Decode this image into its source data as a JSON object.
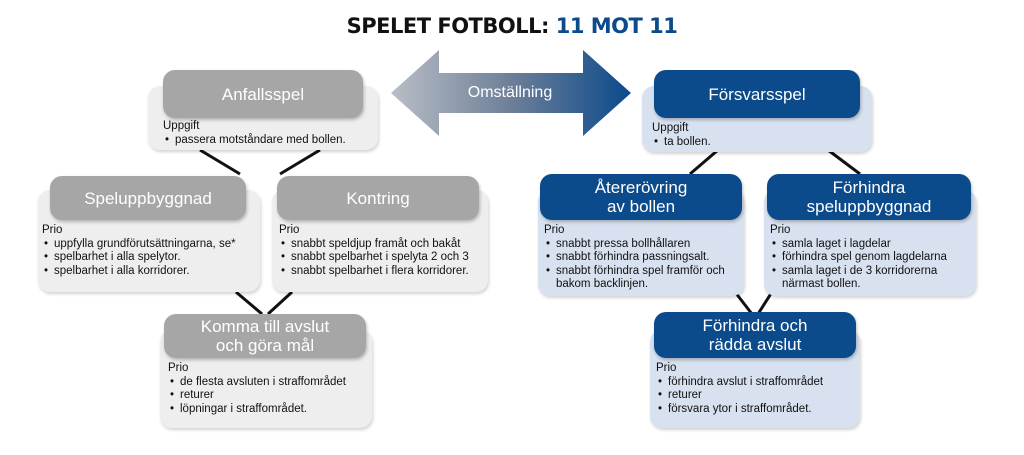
{
  "title": {
    "part1": "SPELET FOTBOLL:",
    "part2": "11 MOT 11"
  },
  "arrow_label": "Omställning",
  "colors": {
    "gray_head": "#a6a6a6",
    "blue_head": "#0b4a8b",
    "gray_card": "#eeeeee",
    "blue_card": "#d7e1ef"
  },
  "nodes": {
    "anfallsspel": {
      "title": "Anfallsspel",
      "label": "Uppgift",
      "items": [
        "passera motståndare med bollen."
      ]
    },
    "speluppbyggnad": {
      "title": "Speluppbyggnad",
      "label": "Prio",
      "items": [
        "uppfylla grundförutsättningarna, se*",
        "spelbarhet i alla spelytor.",
        "spelbarhet i alla korridorer."
      ]
    },
    "kontring": {
      "title": "Kontring",
      "label": "Prio",
      "items": [
        "snabbt speldjup framåt och bakåt",
        "snabbt spelbarhet i spelyta 2 och 3",
        "snabbt spelbarhet i flera korridorer."
      ]
    },
    "komma_till_avslut": {
      "title_line1": "Komma till avslut",
      "title_line2": "och göra mål",
      "label": "Prio",
      "items": [
        "de flesta avsluten i straffområdet",
        "returer",
        "löpningar i straffområdet."
      ]
    },
    "forsvarsspel": {
      "title": "Försvarsspel",
      "label": "Uppgift",
      "items": [
        "ta bollen."
      ]
    },
    "aterer": {
      "title_line1": "Återerövring",
      "title_line2": "av bollen",
      "label": "Prio",
      "items": [
        "snabbt pressa bollhållaren",
        "snabbt förhindra passningsalt.",
        "snabbt förhindra spel framför och bakom backlinjen."
      ]
    },
    "forhindra_speluppbyggnad": {
      "title_line1": "Förhindra",
      "title_line2": "speluppbyggnad",
      "label": "Prio",
      "items": [
        "samla laget i lagdelar",
        "förhindra spel genom lagdelarna",
        "samla laget i de 3 korridorerna närmast bollen."
      ]
    },
    "forhindra_radda": {
      "title_line1": "Förhindra och",
      "title_line2": "rädda avslut",
      "label": "Prio",
      "items": [
        "förhindra avslut i straffområdet",
        "returer",
        "försvara ytor i straffområdet."
      ]
    }
  }
}
